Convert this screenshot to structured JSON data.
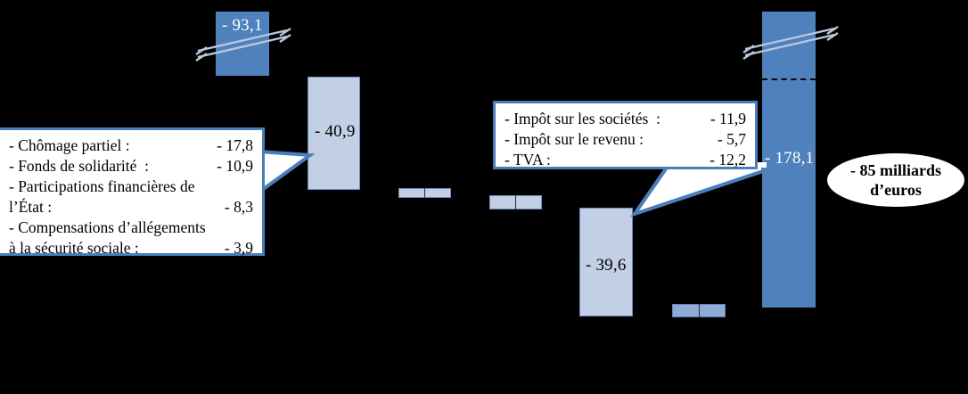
{
  "figure": {
    "background_color": "#000000",
    "bar_color_dark": "#4F81BD",
    "bar_color_light": "#C3CFE5",
    "bar_color_mid": "#8FAAD4",
    "callout_border_color": "#4A7EBB"
  },
  "chart_data": {
    "type": "bar",
    "title": "",
    "xlabel": "",
    "ylabel": "",
    "grid": false,
    "legend": null,
    "note": "Waterfall-style chart of French public deficit components (milliards d'euros), all negative values drawn as downward bars.",
    "categories": [
      "- 93,1",
      "- 40,9",
      "bar-3",
      "bar-4",
      "- 39,6",
      "bar-6",
      "- 178,1"
    ],
    "values": [
      -93.1,
      -40.9,
      -3.0,
      -4.0,
      -39.6,
      -4.5,
      -178.1
    ],
    "labels_shown": [
      "- 93,1",
      "- 40,9",
      "",
      "",
      "- 39,6",
      "",
      "- 178,1"
    ],
    "bars": [
      {
        "name": "bar-93-1",
        "label": "- 93,1",
        "value": -93.1,
        "style": "dark",
        "label_color": "white"
      },
      {
        "name": "bar-40-9",
        "label": "- 40,9",
        "value": -40.9,
        "style": "light",
        "label_color": "black"
      },
      {
        "name": "bar-small-1",
        "label": "",
        "value": -3.0,
        "style": "light",
        "label_color": "black"
      },
      {
        "name": "bar-small-2",
        "label": "",
        "value": -4.0,
        "style": "light",
        "label_color": "black"
      },
      {
        "name": "bar-39-6",
        "label": "- 39,6",
        "value": -39.6,
        "style": "light",
        "label_color": "black"
      },
      {
        "name": "bar-small-3",
        "label": "",
        "value": -4.5,
        "style": "mid",
        "label_color": "black"
      },
      {
        "name": "bar-178-1",
        "label": "- 178,1",
        "value": -178.1,
        "style": "dark",
        "label_color": "white"
      }
    ]
  },
  "bar_labels": {
    "b1": "- 93,1",
    "b2": "- 40,9",
    "b5": "- 39,6",
    "b7": "- 178,1"
  },
  "callout_left": {
    "rows": [
      {
        "text": "- Chômage partiel :",
        "value": "- 17,8"
      },
      {
        "text": "- Fonds de solidarité  :",
        "value": "- 10,9"
      }
    ],
    "line3": "- Participations financières de",
    "row4": {
      "text": "l’État :",
      "value": "- 8,3"
    },
    "line5": "- Compensations d’allégements",
    "row6": {
      "text": "à la sécurité sociale :",
      "value": "- 3,9"
    }
  },
  "callout_right": {
    "rows": [
      {
        "text": "- Impôt sur les sociétés  :",
        "value": "- 11,9"
      },
      {
        "text": "- Impôt sur le revenu :",
        "value": "- 5,7"
      },
      {
        "text": "- TVA :",
        "value": "- 12,2"
      }
    ]
  },
  "oval": {
    "line1": "- 85 milliards",
    "line2": "d’euros"
  }
}
